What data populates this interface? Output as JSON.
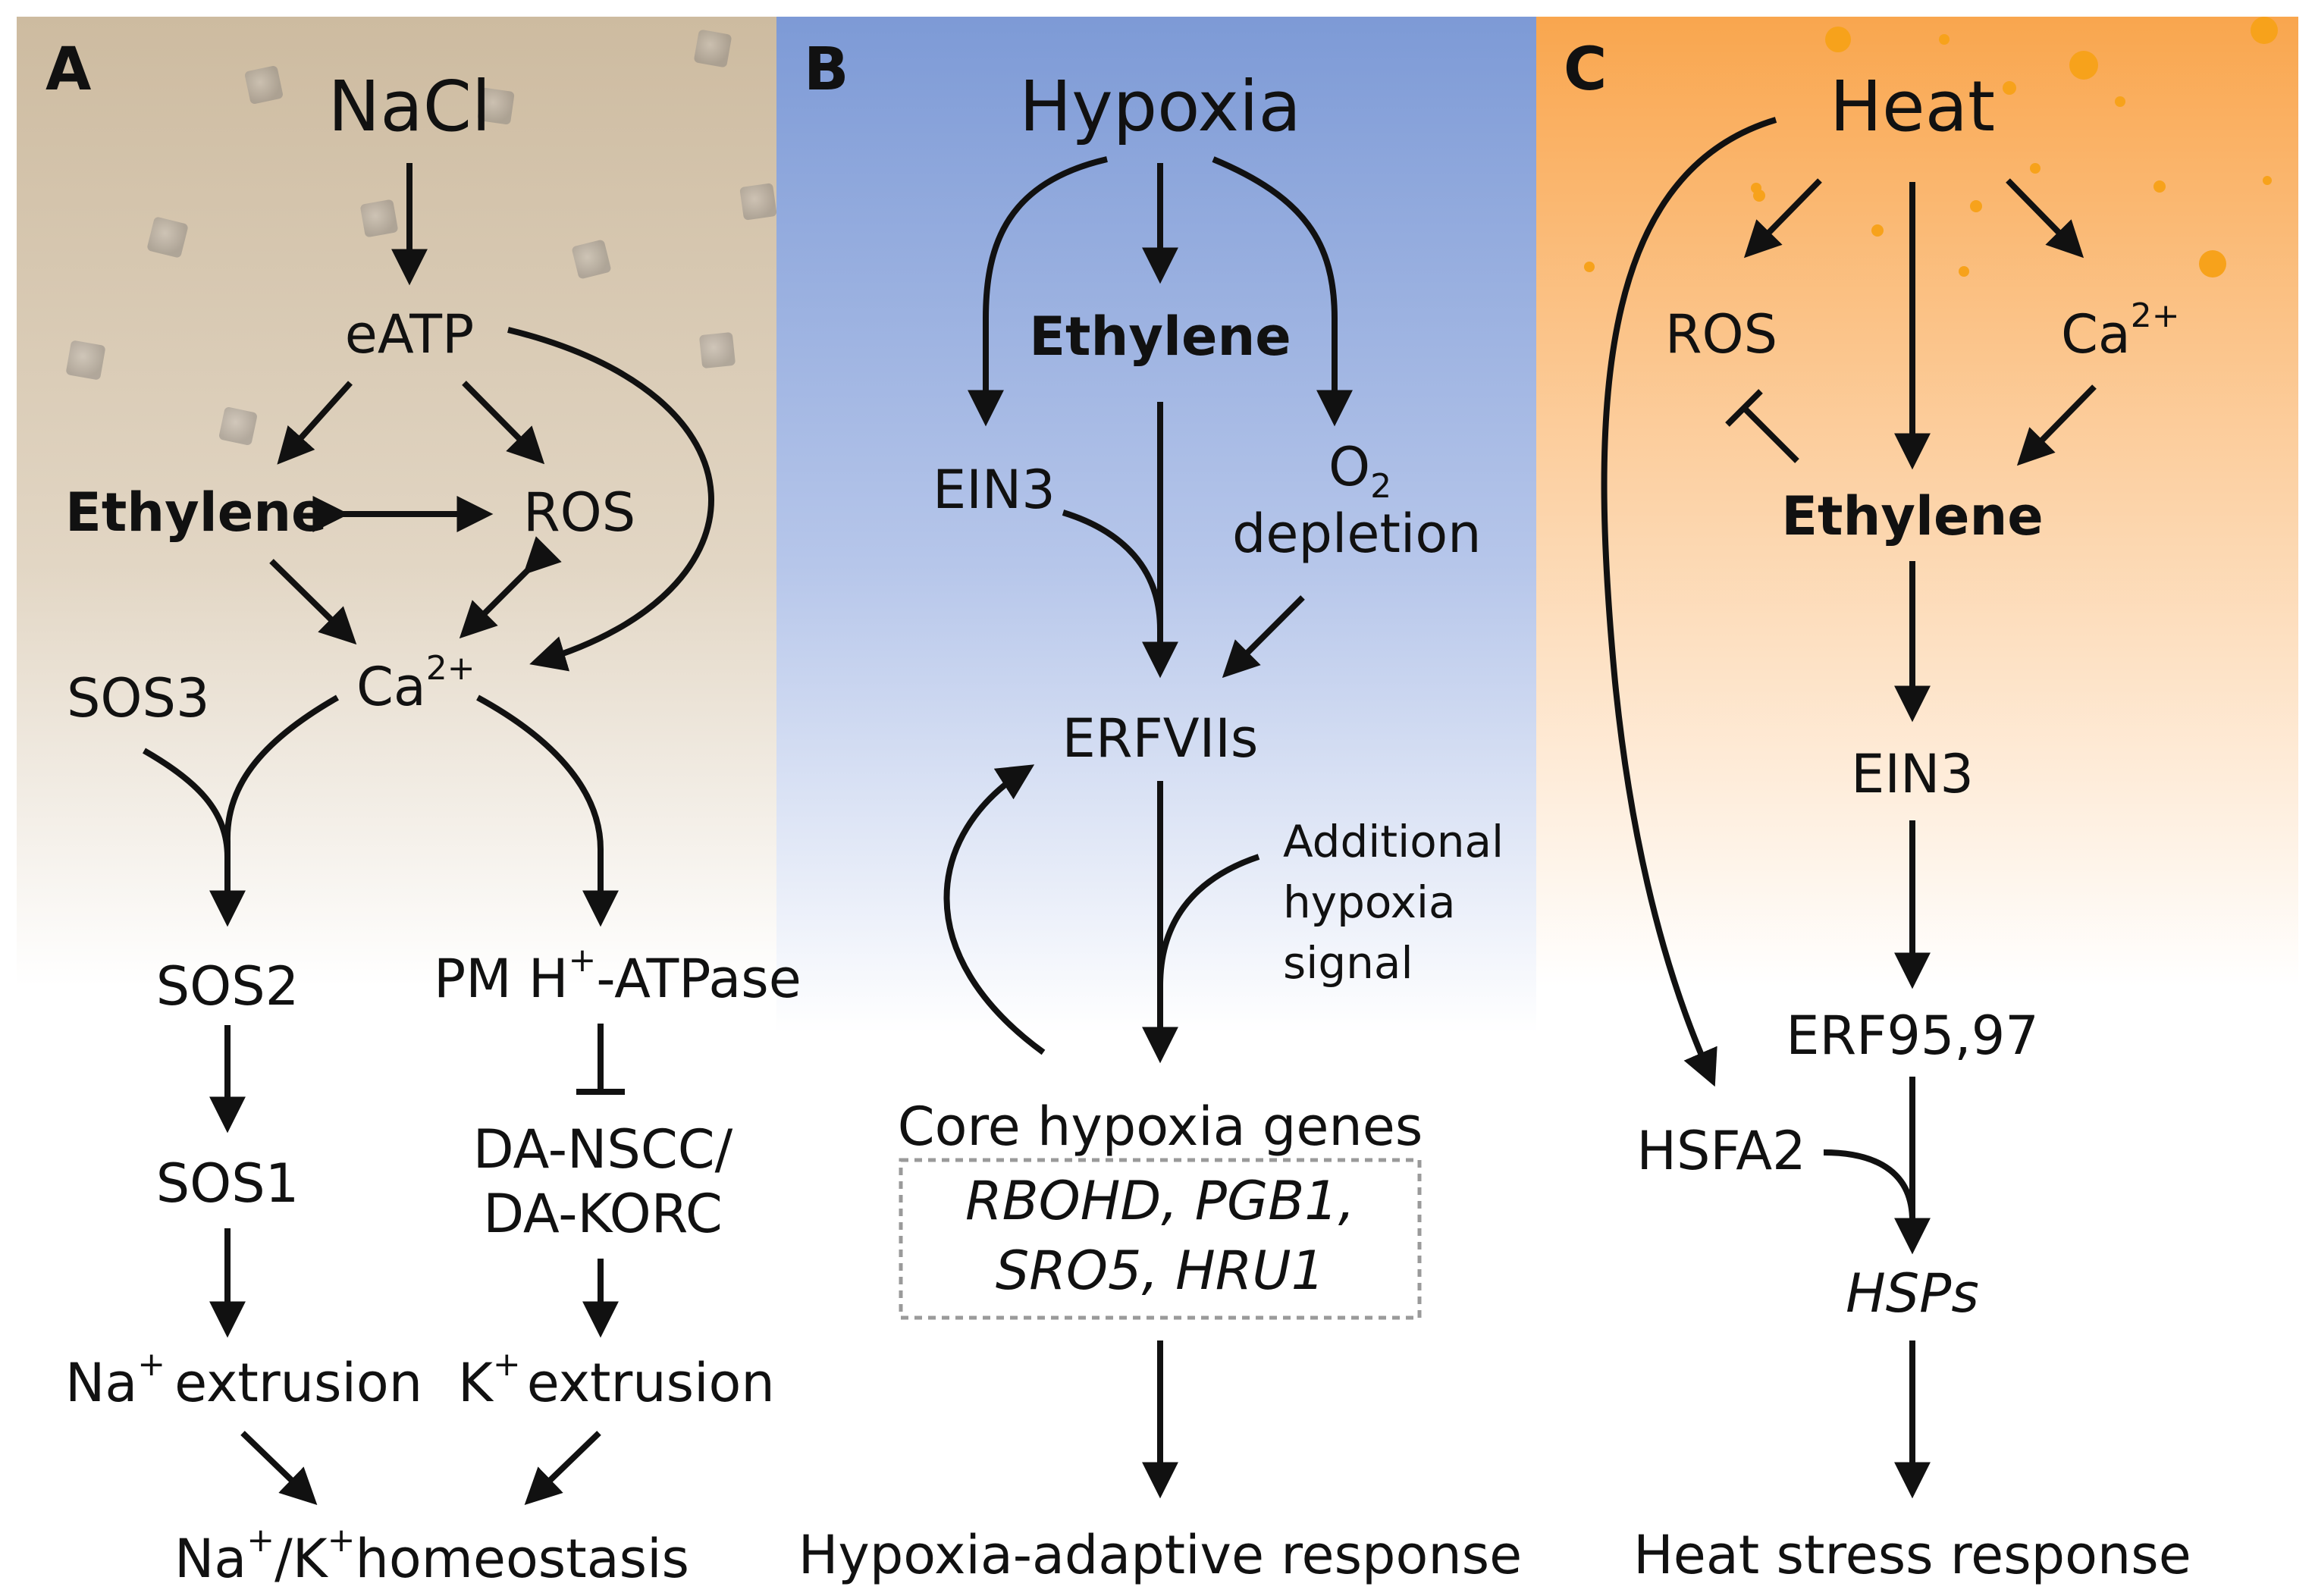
{
  "panel_a": {
    "letter": "A",
    "stimulus": "NaCl",
    "eatp": "eATP",
    "ethylene": "Ethylene",
    "ros": "ROS",
    "ca_base": "Ca",
    "ca_sup": "2+",
    "sos3": "SOS3",
    "sos2": "SOS2",
    "sos1": "SOS1",
    "pm_pre": "PM H",
    "pm_sup": "+",
    "pm_post": "-ATPase",
    "danscc": "DA-NSCC/",
    "dakorc": "DA-KORC",
    "na_base": "Na",
    "na_sup": "+",
    "na_rest": "extrusion",
    "k_base": "K",
    "k_sup": "+",
    "k_rest": "extrusion",
    "homeo_na": "Na",
    "homeo_na_sup": "+",
    "homeo_k": "/K",
    "homeo_k_sup": "+",
    "homeo_rest": "homeostasis"
  },
  "panel_b": {
    "letter": "B",
    "stimulus": "Hypoxia",
    "ethylene": "Ethylene",
    "ein3": "EIN3",
    "o2_base": "O",
    "o2_sub": "2",
    "depletion": "depletion",
    "erfviis": "ERFVIIs",
    "additional_1": "Additional",
    "additional_2": "hypoxia",
    "additional_3": "signal",
    "core": "Core hypoxia genes",
    "genes_line1": "RBOHD, PGB1,",
    "genes_line2": "SRO5, HRU1",
    "response": "Hypoxia-adaptive response"
  },
  "panel_c": {
    "letter": "C",
    "stimulus": "Heat",
    "ros": "ROS",
    "ca_base": "Ca",
    "ca_sup": "2+",
    "ethylene": "Ethylene",
    "ein3": "EIN3",
    "erf": "ERF95,97",
    "hsfa2": "HSFA2",
    "hsps": "HSPs",
    "response": "Heat stress response"
  },
  "colors": {
    "panel_a_top": "#cdbba0",
    "panel_b_top": "#7d9ad6",
    "panel_c_top": "#f9a64e",
    "particle_orange": "#f7a21b",
    "crystal_grey": "#a8a29b",
    "arrow": "#111111"
  }
}
